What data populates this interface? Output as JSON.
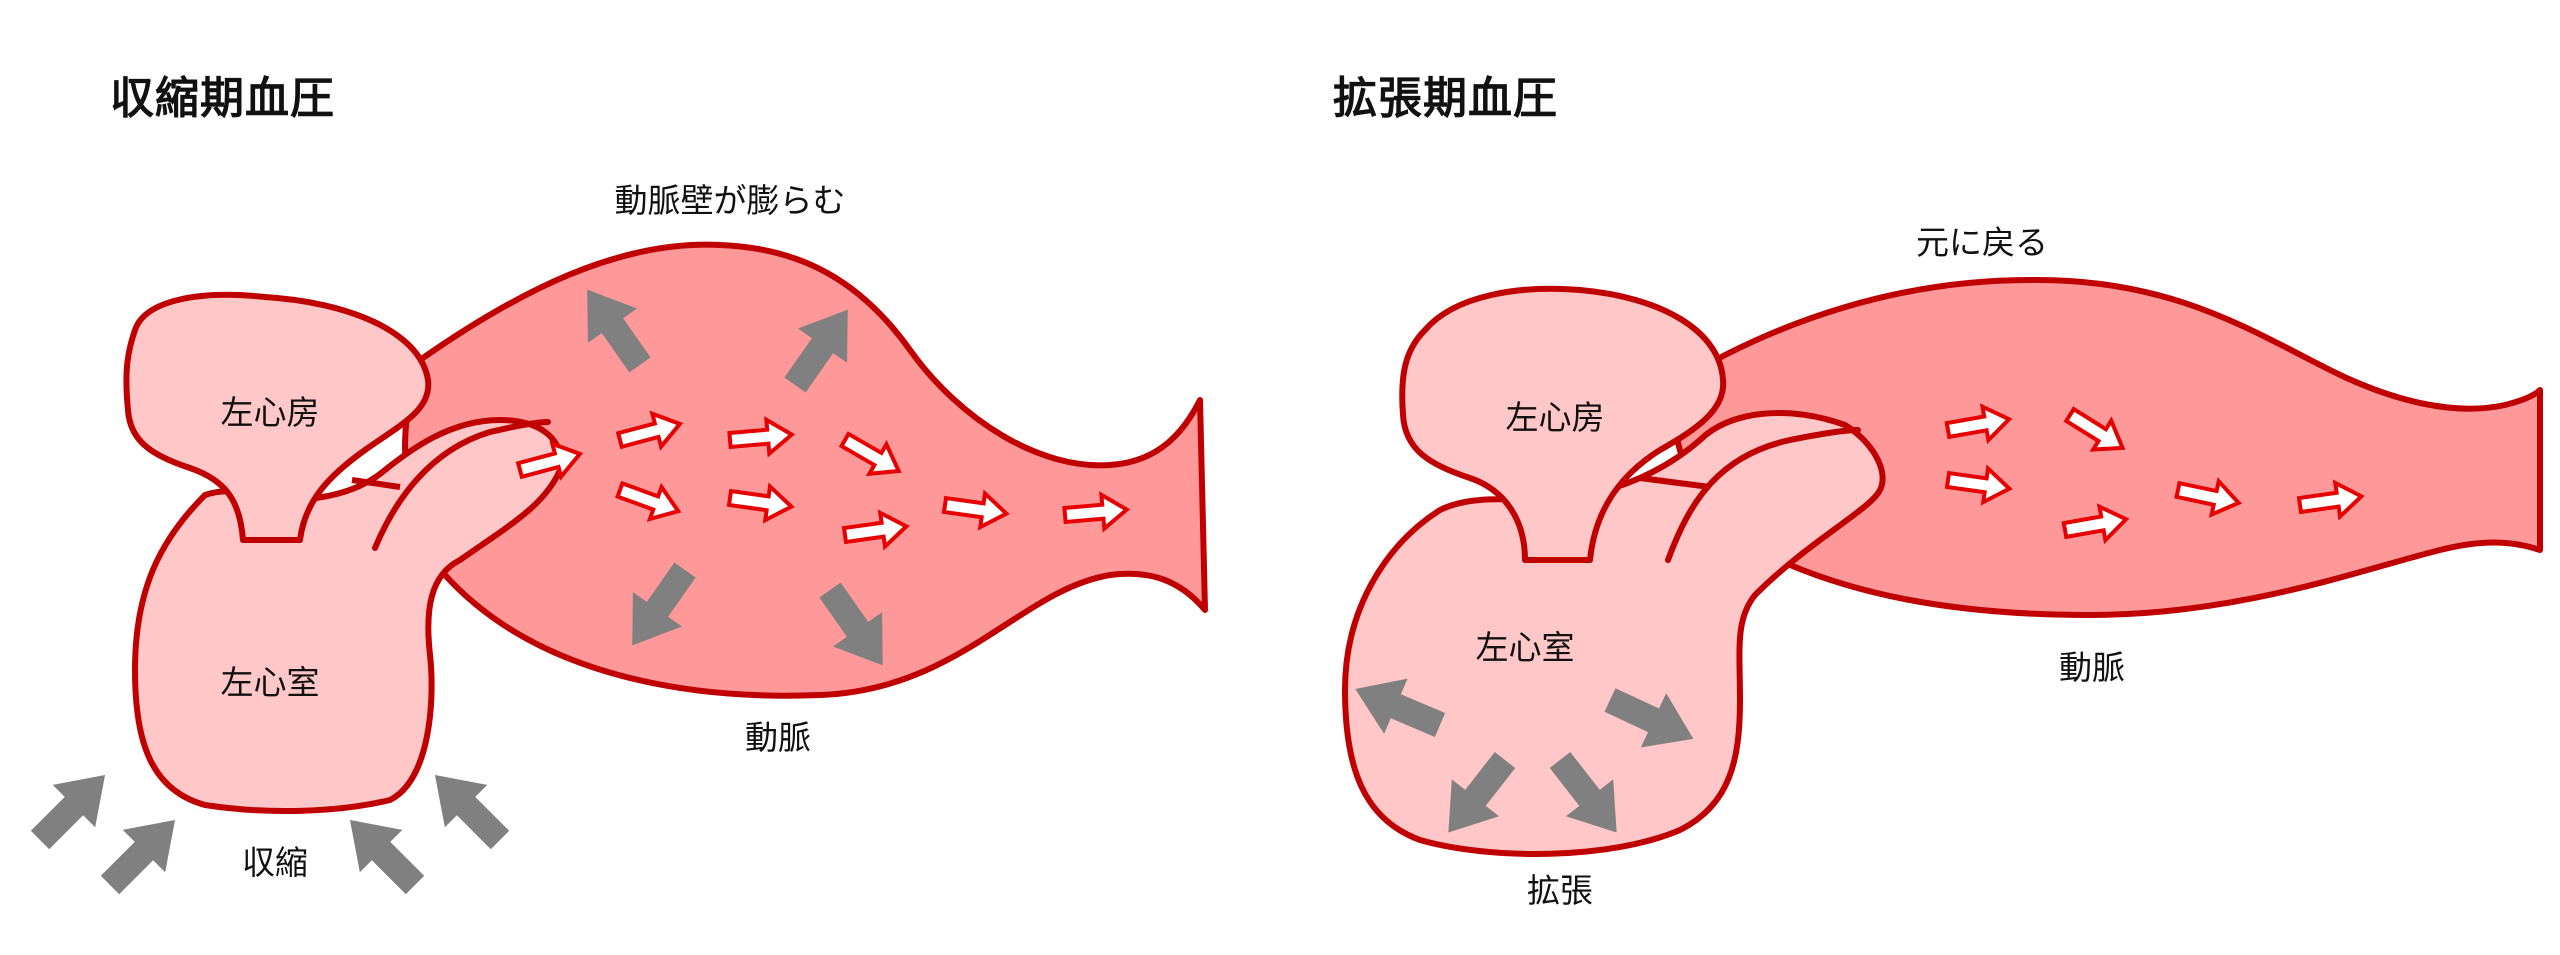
{
  "colors": {
    "outline": "#c00000",
    "artery_fill": "#ff9999",
    "heart_fill": "#ffc7c7",
    "pressure_arrow": "#808080",
    "flow_arrow_fill": "#ffffff",
    "flow_arrow_stroke": "#e60000"
  },
  "systolic": {
    "title": "収縮期血圧",
    "left_atrium": "左心房",
    "left_ventricle": "左心室",
    "artery_wall": "動脈壁が膨らむ",
    "artery": "動脈",
    "action": "収縮"
  },
  "diastolic": {
    "title": "拡張期血圧",
    "left_atrium": "左心房",
    "left_ventricle": "左心室",
    "artery_wall": "元に戻る",
    "artery": "動脈",
    "action": "拡張"
  }
}
